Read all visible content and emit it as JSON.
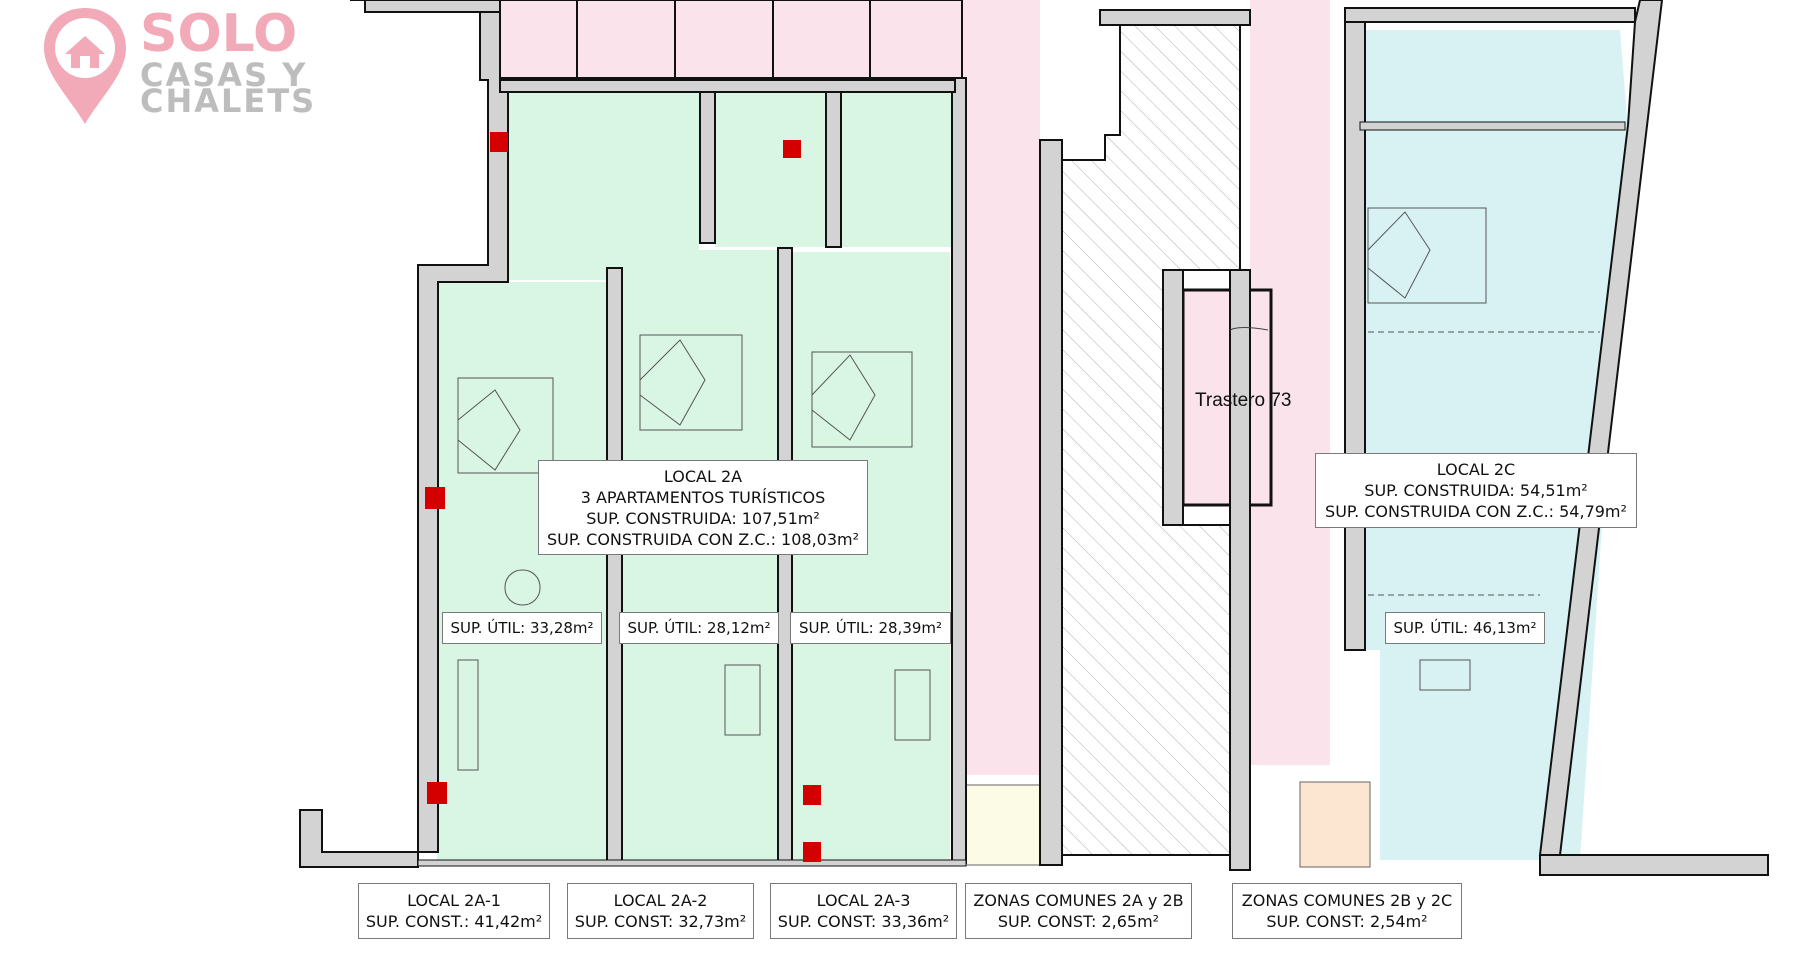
{
  "brand": {
    "line1": "SOLO",
    "line2": "CASAS Y",
    "line3": "CHALETS",
    "pink": "#f2a9b8",
    "gray": "#bdbdbd"
  },
  "colors": {
    "apartment_fill": "#d9f5e3",
    "unit_2c_fill": "#d8f2f4",
    "corridor_fill": "#fae3ea",
    "common_2a2b_fill": "#fbfbe6",
    "common_2b2c_fill": "#fce6d2",
    "wall_fill": "#d3d3d3",
    "wall_stroke": "#111111",
    "marker_red": "#d40000"
  },
  "local_2a": {
    "title": "LOCAL 2A",
    "subtitle": "3 APARTAMENTOS TURÍSTICOS",
    "built": "SUP. CONSTRUIDA: 107,51m²",
    "built_zc": "SUP. CONSTRUIDA CON Z.C.: 108,03m²"
  },
  "local_2c": {
    "title": "LOCAL 2C",
    "built": "SUP. CONSTRUIDA: 54,51m²",
    "built_zc": "SUP. CONSTRUIDA CON Z.C.: 54,79m²"
  },
  "useful_areas": {
    "u1": "SUP. ÚTIL: 33,28m²",
    "u2": "SUP. ÚTIL: 28,12m²",
    "u3": "SUP. ÚTIL: 28,39m²",
    "u4": "SUP. ÚTIL: 46,13m²"
  },
  "trastero": "Trastero 73",
  "bottom_labels": [
    {
      "title": "LOCAL 2A-1",
      "value": "SUP. CONST.: 41,42m²"
    },
    {
      "title": "LOCAL 2A-2",
      "value": "SUP. CONST: 32,73m²"
    },
    {
      "title": "LOCAL 2A-3",
      "value": "SUP. CONST: 33,36m²"
    },
    {
      "title": "ZONAS COMUNES 2A y 2B",
      "value": "SUP. CONST: 2,65m²"
    },
    {
      "title": "ZONAS COMUNES 2B y 2C",
      "value": "SUP. CONST: 2,54m²"
    }
  ]
}
